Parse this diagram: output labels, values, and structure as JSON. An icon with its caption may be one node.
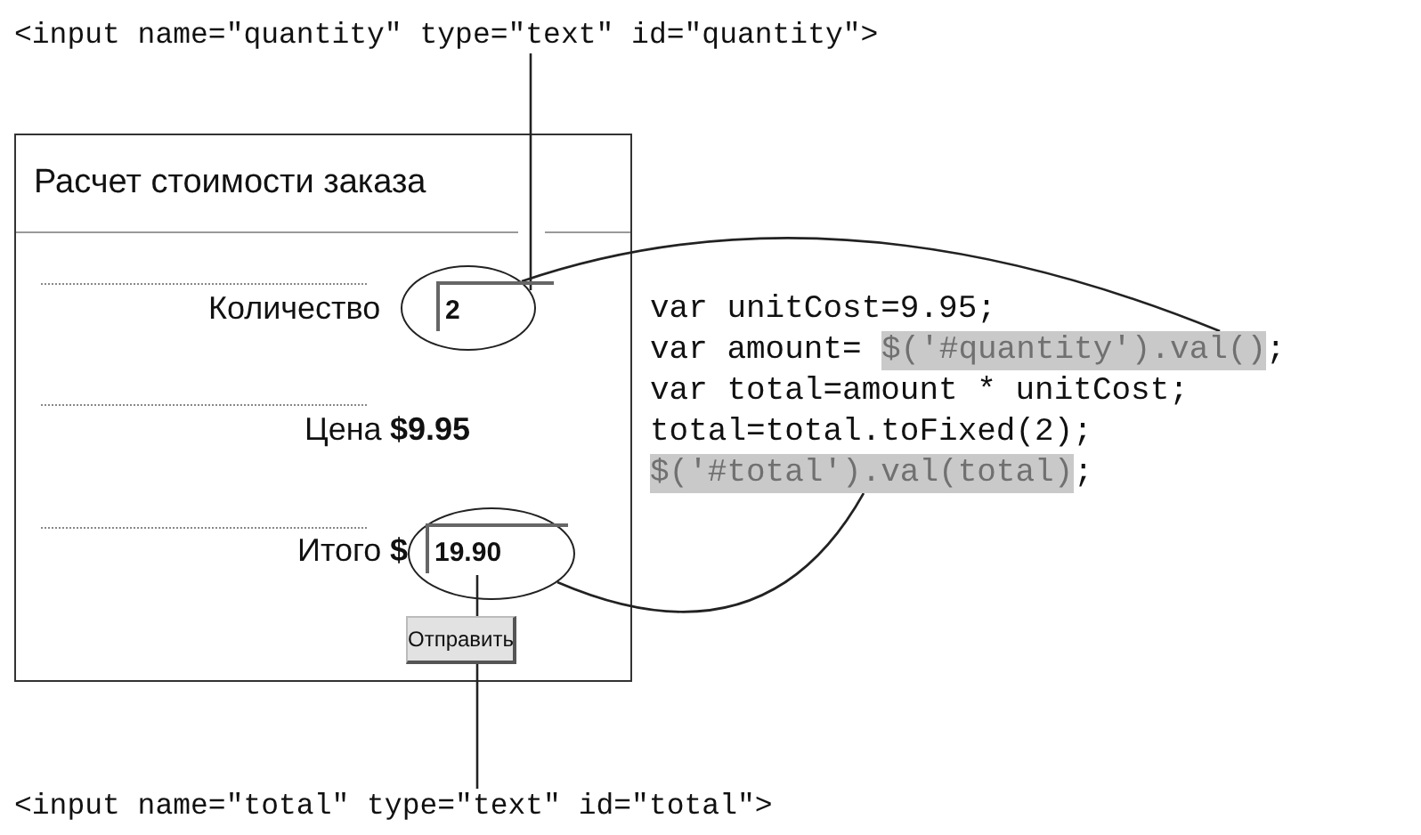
{
  "diagram": {
    "nodes": [
      {
        "text": [
          "<input name=\"quantity\" type=\"text\" id=\"quantity\">"
        ]
      },
      {
        "text": [
          "Расчет стоимости заказа"
        ]
      },
      {
        "text": [
          "2"
        ],
        "in": 1
      },
      {
        "text": [
          "19.90"
        ],
        "in": 1
      },
      {
        "text": [
          "Отправить"
        ],
        "in": 1
      },
      {
        "text": [
          "$('#quantity').val()"
        ]
      },
      {
        "text": [
          "$('#total').val(total)"
        ]
      },
      {
        "text": [
          "<input name=\"total\" type=\"text\" id=\"total\">"
        ]
      }
    ],
    "edges": [
      {
        "from": 0,
        "to": 2,
        "arrow": "none"
      },
      {
        "from": 2,
        "to": 5,
        "arrow": "none"
      },
      {
        "from": 3,
        "to": 6,
        "arrow": "none"
      },
      {
        "from": 7,
        "to": 3,
        "arrow": "none"
      }
    ],
    "labels": [
      "Количество",
      "Цена",
      "$9.95",
      "Итого",
      "$",
      "var unitCost=9.95;",
      "var amount=",
      ";",
      "var total=amount * unitCost;",
      "total=total.toFixed(2);",
      ";"
    ]
  }
}
